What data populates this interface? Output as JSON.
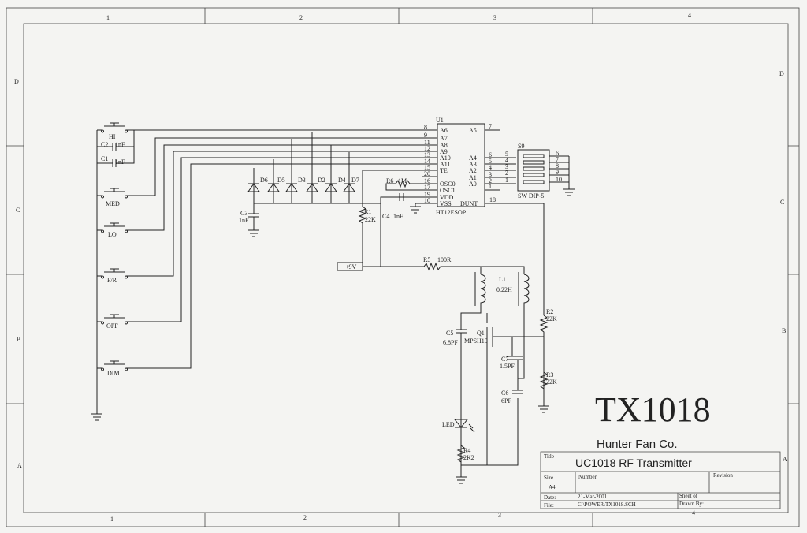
{
  "frame": {
    "columns": [
      "1",
      "2",
      "3",
      "4"
    ],
    "rows": [
      "D",
      "C",
      "B",
      "A"
    ]
  },
  "switches": [
    {
      "label": "HI"
    },
    {
      "label": "MED"
    },
    {
      "label": "LO"
    },
    {
      "label": "F/R"
    },
    {
      "label": "OFF"
    },
    {
      "label": "DIM"
    }
  ],
  "caps_left": {
    "c2": "C2",
    "c2_val": "1nF",
    "c1": "C1",
    "c1_val": "1nF",
    "c3": "C3",
    "c3_val": "1nF"
  },
  "diodes": [
    "D6",
    "D5",
    "D3",
    "D2",
    "D4",
    "D7"
  ],
  "ic": {
    "ref": "U1",
    "part": "HT12ESOP",
    "left_pins": [
      {
        "num": "8",
        "name": "A6"
      },
      {
        "num": "9",
        "name": "A7"
      },
      {
        "num": "11",
        "name": "A8"
      },
      {
        "num": "12",
        "name": "A9"
      },
      {
        "num": "13",
        "name": "A10"
      },
      {
        "num": "14",
        "name": "A11"
      },
      {
        "num": "15",
        "name": "TE"
      },
      {
        "num": "20",
        "name": ""
      },
      {
        "num": "16",
        "name": "OSC0"
      },
      {
        "num": "17",
        "name": "OSC1"
      },
      {
        "num": "19",
        "name": "VDD"
      },
      {
        "num": "10",
        "name": "VSS"
      }
    ],
    "a5": {
      "name": "A5",
      "num": "7"
    },
    "right_pins": [
      {
        "name": "A4",
        "num": "6"
      },
      {
        "name": "A3",
        "num": "5"
      },
      {
        "name": "A2",
        "num": "4"
      },
      {
        "name": "A1",
        "num": "3"
      },
      {
        "name": "A0",
        "num": "2"
      }
    ],
    "extra_pin": "1",
    "dunt": {
      "name": "DUNT",
      "num": "18"
    }
  },
  "dip": {
    "ref": "S9",
    "part": "SW DIP-5",
    "left_nums": [
      "5",
      "4",
      "3",
      "2",
      "1"
    ],
    "right_nums": [
      "6",
      "7",
      "8",
      "9",
      "10"
    ]
  },
  "parts": {
    "r6": "R6",
    "r6_val": "1M",
    "r1": "R1",
    "r1_val": "22K",
    "c4": "C4",
    "c4_val": "1nF",
    "supply": "+9V",
    "r5": "R5",
    "r5_val": "100R",
    "l1": "L1",
    "l1_val": "0.22H",
    "c5": "C5",
    "c5_val": "6.8PF",
    "q1": "Q1",
    "q1_val": "MPSH10",
    "c7": "C7",
    "c7_val": "1.5PF",
    "c6": "C6",
    "c6_val": "6PF",
    "r2": "R2",
    "r2_val": "22K",
    "r3": "R3",
    "r3_val": "22K",
    "led": "LED",
    "r4": "R4",
    "r4_val": "2K2"
  },
  "heading": "TX1018",
  "company": "Hunter Fan Co.",
  "title_block": {
    "title_label": "Title",
    "title": "UC1018 RF Transmitter",
    "size_label": "Size",
    "size": "A4",
    "number_label": "Number",
    "revision_label": "Revision",
    "date_label": "Date:",
    "date": "21-Mar-2001",
    "sheet_label": "Sheet    of",
    "file_label": "File:",
    "file": "C:\\POWER\\TX1018.SCH",
    "drawn_label": "Drawn By:"
  }
}
